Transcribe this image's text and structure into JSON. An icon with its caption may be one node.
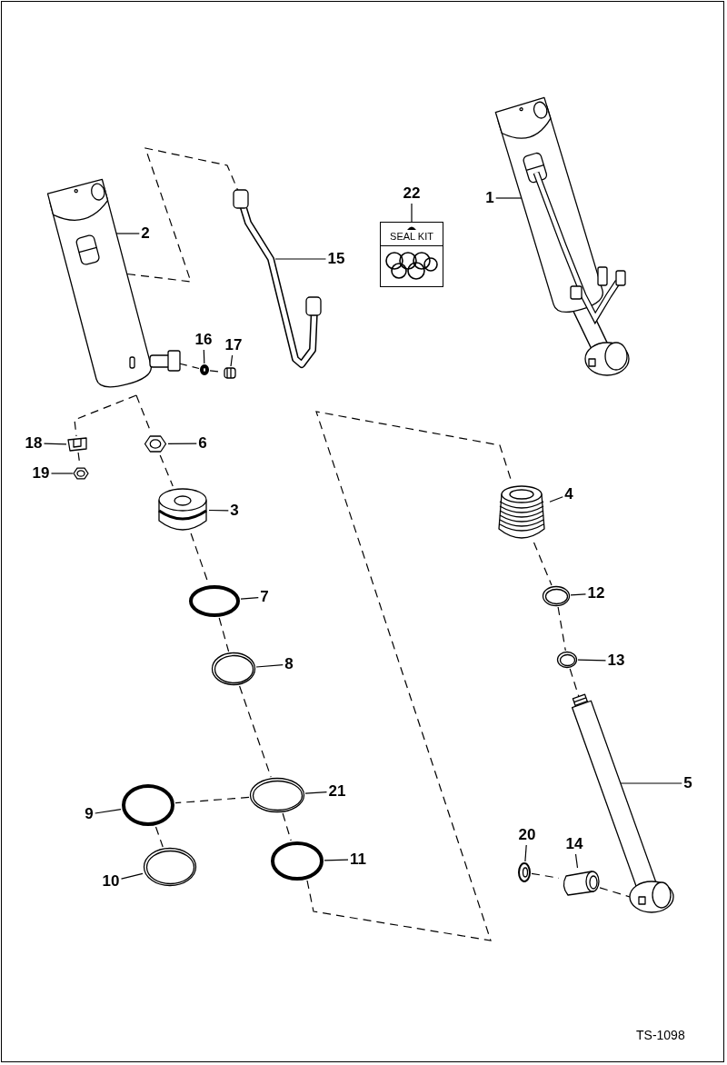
{
  "diagram": {
    "nodes": [
      {
        "text": [],
        "shape": "picture"
      },
      {
        "text": [
          "2"
        ]
      },
      {
        "text": [],
        "shape": "picture"
      },
      {
        "text": [
          "15"
        ]
      },
      {
        "text": [
          "22"
        ]
      },
      {
        "text": [
          "SEAL KIT"
        ]
      },
      {
        "text": [
          "1"
        ]
      },
      {
        "text": [],
        "shape": "picture"
      },
      {
        "text": [
          "16"
        ]
      },
      {
        "text": [],
        "shape": "circle"
      },
      {
        "text": [
          "17"
        ]
      },
      {
        "text": [],
        "shape": "picture"
      },
      {
        "text": [
          "18"
        ]
      },
      {
        "text": [],
        "shape": "picture"
      },
      {
        "text": [
          "19"
        ]
      },
      {
        "text": [],
        "shape": "picture"
      },
      {
        "text": [],
        "shape": "picture"
      },
      {
        "text": [
          "6"
        ]
      },
      {
        "text": [],
        "shape": "picture"
      },
      {
        "text": [
          "3"
        ]
      },
      {
        "text": [],
        "shape": "picture"
      },
      {
        "text": [
          "4"
        ]
      },
      {
        "text": [],
        "shape": "circle"
      },
      {
        "text": [
          "7"
        ]
      },
      {
        "text": [],
        "shape": "picture"
      },
      {
        "text": [
          "12"
        ]
      },
      {
        "text": [],
        "shape": "picture"
      },
      {
        "text": [
          "13"
        ]
      },
      {
        "text": [],
        "shape": "picture"
      },
      {
        "text": [
          "8"
        ]
      },
      {
        "text": [],
        "shape": "picture"
      },
      {
        "text": [
          "5"
        ]
      },
      {
        "text": [],
        "shape": "picture"
      },
      {
        "text": [
          "21"
        ]
      },
      {
        "text": [
          "9"
        ]
      },
      {
        "text": [],
        "shape": "circle"
      },
      {
        "text": [
          "20"
        ]
      },
      {
        "text": [],
        "shape": "picture"
      },
      {
        "text": [
          "14"
        ]
      },
      {
        "text": [],
        "shape": "cylinder"
      },
      {
        "text": [
          "10"
        ]
      },
      {
        "text": [],
        "shape": "picture"
      },
      {
        "text": [],
        "shape": "circle"
      },
      {
        "text": [
          "11"
        ]
      }
    ],
    "edges": [
      {
        "from": 1,
        "to": 0,
        "arrow": "none"
      },
      {
        "from": 3,
        "to": 2,
        "arrow": "none"
      },
      {
        "from": 4,
        "to": 5,
        "arrow": "none"
      },
      {
        "from": 6,
        "to": 7,
        "arrow": "none"
      },
      {
        "from": 8,
        "to": 9,
        "arrow": "none"
      },
      {
        "from": 10,
        "to": 11,
        "arrow": "none"
      },
      {
        "from": 12,
        "to": 13,
        "arrow": "none"
      },
      {
        "from": 14,
        "to": 15,
        "arrow": "none"
      },
      {
        "from": 17,
        "to": 16,
        "arrow": "none"
      },
      {
        "from": 19,
        "to": 18,
        "arrow": "none"
      },
      {
        "from": 21,
        "to": 20,
        "arrow": "none"
      },
      {
        "from": 23,
        "to": 22,
        "arrow": "none"
      },
      {
        "from": 25,
        "to": 24,
        "arrow": "none"
      },
      {
        "from": 27,
        "to": 26,
        "arrow": "none"
      },
      {
        "from": 29,
        "to": 28,
        "arrow": "none"
      },
      {
        "from": 31,
        "to": 30,
        "arrow": "none"
      },
      {
        "from": 33,
        "to": 32,
        "arrow": "none"
      },
      {
        "from": 34,
        "to": 35,
        "arrow": "none"
      },
      {
        "from": 36,
        "to": 37,
        "arrow": "none"
      },
      {
        "from": 38,
        "to": 39,
        "arrow": "none"
      },
      {
        "from": 40,
        "to": 41,
        "arrow": "none"
      },
      {
        "from": 43,
        "to": 42,
        "arrow": "none"
      },
      {
        "from": 0,
        "to": 2,
        "arrow": "none",
        "style": "dashed"
      },
      {
        "from": 0,
        "to": 9,
        "arrow": "none",
        "style": "dashed"
      },
      {
        "from": 9,
        "to": 11,
        "arrow": "none",
        "style": "dashed"
      },
      {
        "from": 0,
        "to": 13,
        "arrow": "none",
        "style": "dashed"
      },
      {
        "from": 13,
        "to": 15,
        "arrow": "none",
        "style": "dashed"
      },
      {
        "from": 0,
        "to": 16,
        "arrow": "none",
        "style": "dashed"
      },
      {
        "from": 16,
        "to": 18,
        "arrow": "none",
        "style": "dashed"
      },
      {
        "from": 18,
        "to": 22,
        "arrow": "none",
        "style": "dashed"
      },
      {
        "from": 22,
        "to": 28,
        "arrow": "none",
        "style": "dashed"
      },
      {
        "from": 28,
        "to": 32,
        "arrow": "none",
        "style": "dashed"
      },
      {
        "from": 32,
        "to": 35,
        "arrow": "none",
        "style": "dashed"
      },
      {
        "from": 35,
        "to": 41,
        "arrow": "none",
        "style": "dashed"
      },
      {
        "from": 32,
        "to": 42,
        "arrow": "none",
        "style": "dashed"
      },
      {
        "from": 42,
        "to": 20,
        "arrow": "none",
        "style": "dashed"
      },
      {
        "from": 20,
        "to": 24,
        "arrow": "none",
        "style": "dashed"
      },
      {
        "from": 24,
        "to": 26,
        "arrow": "none",
        "style": "dashed"
      },
      {
        "from": 26,
        "to": 30,
        "arrow": "none",
        "style": "dashed"
      },
      {
        "from": 37,
        "to": 39,
        "arrow": "none",
        "style": "dashed"
      },
      {
        "from": 39,
        "to": 30,
        "arrow": "none",
        "style": "dashed"
      }
    ],
    "labels": [
      "TS-1098"
    ]
  }
}
